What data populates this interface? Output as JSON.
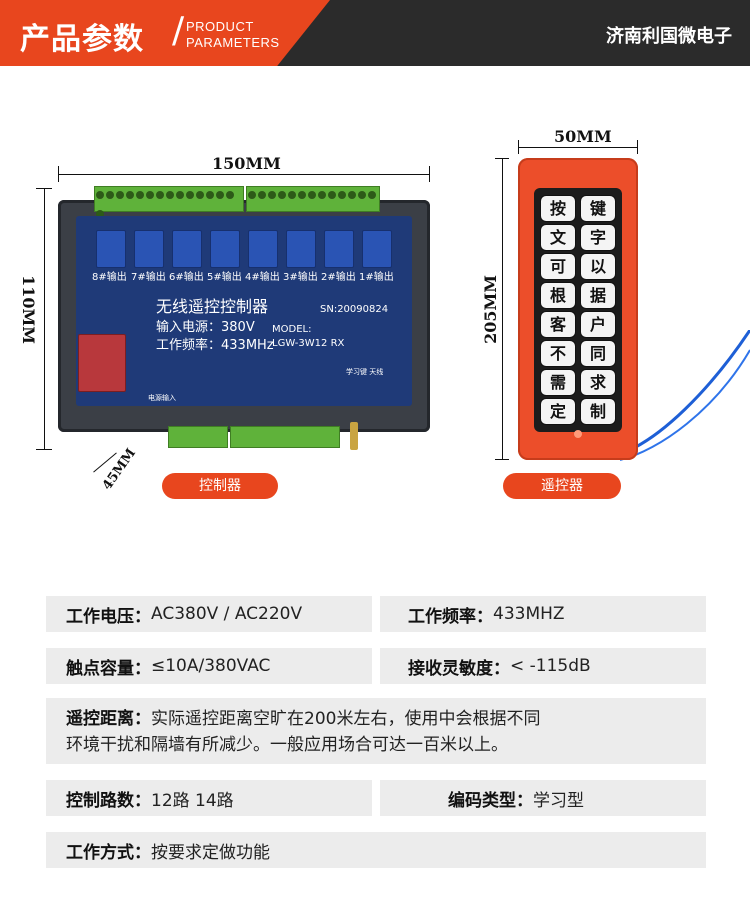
{
  "header": {
    "title": "产品参数",
    "slash": "/",
    "en_line1": "PRODUCT",
    "en_line2": "PARAMETERS",
    "company": "济南利国微电子"
  },
  "controller": {
    "width_label": "150MM",
    "height_label": "110MM",
    "depth_label": "45MM",
    "caption": "控制器",
    "board_title": "无线遥控控制器",
    "board_voltage": "输入电源：380V",
    "board_freq": "工作频率：433MHz",
    "board_sn": "SN:20090824",
    "board_model_1": "MODEL:",
    "board_model_2": "LGW-3W12 RX",
    "outputs": [
      "8#输出",
      "7#输出",
      "6#输出",
      "5#输出",
      "4#输出",
      "3#输出",
      "2#输出",
      "1#输出"
    ],
    "bottom_labels": [
      "电源输入",
      "学习键 天线"
    ]
  },
  "remote": {
    "width_label": "50MM",
    "height_label": "205MM",
    "caption": "遥控器",
    "keys": [
      "按",
      "键",
      "文",
      "字",
      "可",
      "以",
      "根",
      "据",
      "客",
      "户",
      "不",
      "同",
      "需",
      "求",
      "定",
      "制"
    ]
  },
  "specs": {
    "voltage_label": "工作电压：",
    "voltage_value": "AC380V / AC220V",
    "freq_label": "工作频率：",
    "freq_value": "433MHZ",
    "contact_label": "触点容量：",
    "contact_value": "≤10A/380VAC",
    "sensitivity_label": "接收灵敏度：",
    "sensitivity_value": "< -115dB",
    "distance_label": "遥控距离：",
    "distance_value_1": "实际遥控距离空旷在200米左右，使用中会根据不同",
    "distance_value_2": "环境干扰和隔墙有所减少。一般应用场合可达一百米以上。",
    "channels_label": "控制路数：",
    "channels_value": "12路  14路",
    "coding_label": "编码类型：",
    "coding_value": "学习型",
    "mode_label": "工作方式：",
    "mode_value": "按要求定做功能"
  },
  "colors": {
    "accent": "#e8461e",
    "header_dark": "#2b2b2b",
    "row_bg": "#ececec"
  }
}
